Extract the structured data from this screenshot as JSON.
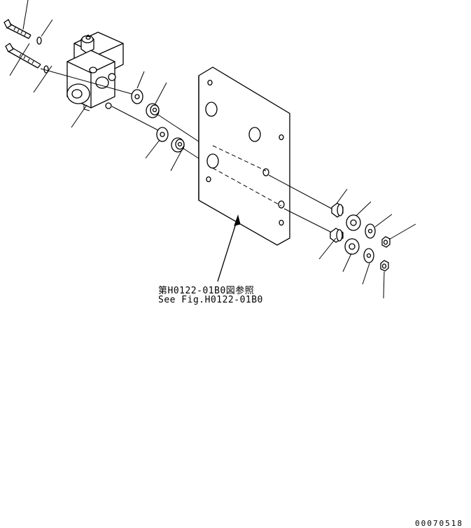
{
  "reference": {
    "line_jp": "第H0122-01B0図参照",
    "line_en": "See Fig.H0122-01B0"
  },
  "drawing_code": "00070518"
}
